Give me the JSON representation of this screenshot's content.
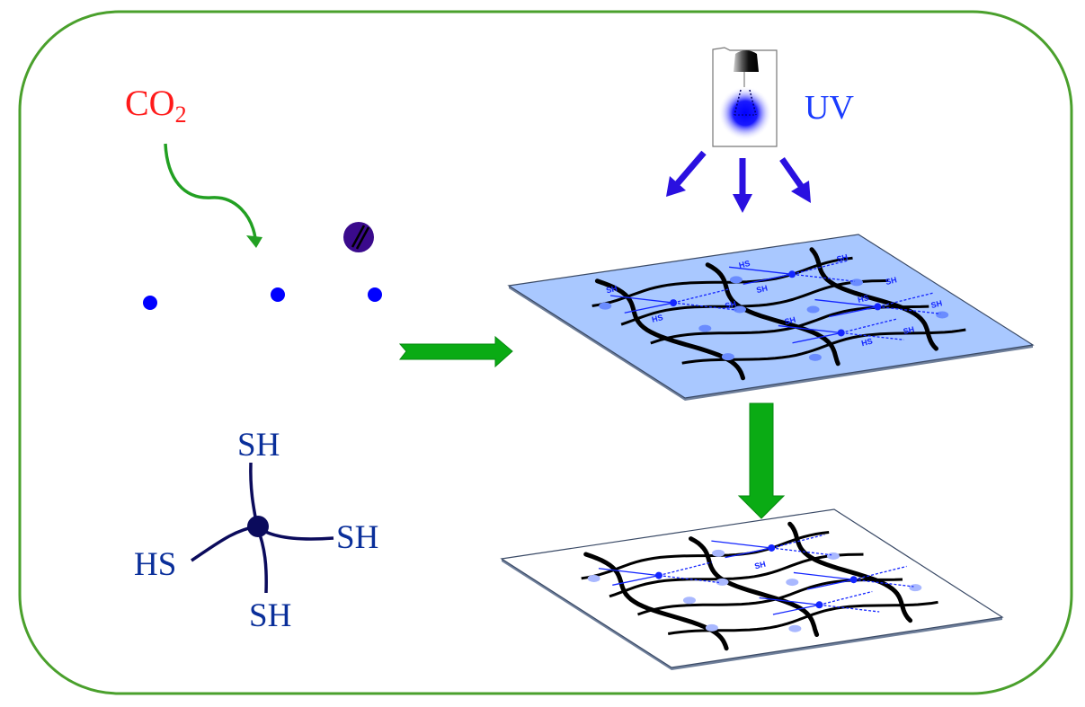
{
  "diagram": {
    "title": "CO2-responsive thiol particles, UV-crosslinked network film",
    "colors": {
      "frame": "#4aa02c",
      "co2_label": "#ff1a1a",
      "uv_label": "#1a3cff",
      "thiol_label": "#0a2f9a",
      "process_arrow": "#0aab14",
      "uv_arrow": "#2a10e0",
      "dot": "#0000ff",
      "particle": "#3a0a8c",
      "plate_fill_cured": "#a9c8ff",
      "plate_fill_final": "#ffffff",
      "network_line": "#000000",
      "crosslink": "#1426ff"
    },
    "labels": {
      "co2_main": "CO",
      "co2_sub": "2",
      "uv": "UV",
      "thiol_top": "SH",
      "thiol_right": "SH",
      "thiol_left": "HS",
      "thiol_bottom": "SH"
    },
    "upper_plate_tags": [
      "SH",
      "HS",
      "SH",
      "HS",
      "SH",
      "SH",
      "HS",
      "SH",
      "SH",
      "HS",
      "SH",
      "SH"
    ],
    "lower_plate_tags": [
      "SH"
    ],
    "icons": {
      "lamp": "uv-lamp-icon",
      "co2_arrow": "curved-arrow-icon",
      "process_right": "block-arrow-right-icon",
      "process_down": "block-arrow-down-icon"
    }
  }
}
